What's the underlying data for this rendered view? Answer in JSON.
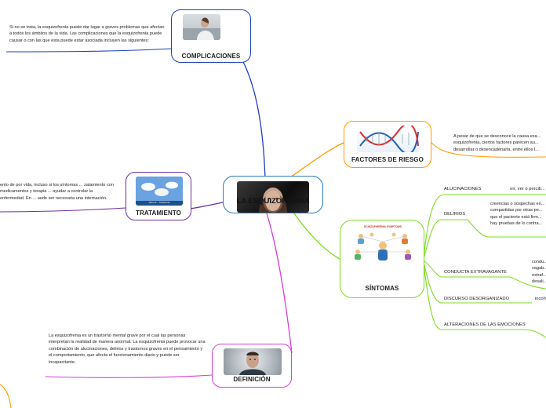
{
  "central": {
    "title": "LA ESQUIZOFRENIA"
  },
  "topics": {
    "complicaciones": {
      "label": "COMPLICACIONES",
      "note": "Si no se trata, la esquizofrenia puede dar lugar a graves problemas que afectan a todos los ámbitos de la vida. Las complicaciones que la esquizofrenia puede causar o con las que esta puede estar asociada incluyen las siguientes:"
    },
    "factores": {
      "label": "FACTORES DE RIESGO",
      "note": "A pesar de que se desconoce la causa exa... esquizofrenia, ciertos factores parecen au... desarrollar o desencadenarla, entre ellos l..."
    },
    "tratamiento": {
      "label": "TRATAMIENTO",
      "note": "ento de por vida, incluso si los síntomas ... zatamiento con medicamentos y terapia ... ayudar a controlar la enfermedad. En ... uede ser necesaria una internación.",
      "image_caption": "Tipos de ... Tratamiento"
    },
    "sintomas": {
      "label": "SÍNTOMAS",
      "image_caption": "SCHIZOPHRENIA SYMPTOMS",
      "items": [
        {
          "label": "ALUCINACIONES",
          "detail": "oír, ver o percib..."
        },
        {
          "label": "DELIRIOS",
          "detail": "creencias o sospechas en... compartidas por otras pe... que el paciente está firm... hay pruebas de lo contra..."
        },
        {
          "label": "CONDUCTA EXTRAVAGANTE",
          "detail": "condu... vagab... extraf... desali..."
        },
        {
          "label": "DISCURSO DESORGANIZADO",
          "detail": "incoh..."
        },
        {
          "label": "ALTERACIONES DE LAS EMOCIONES",
          "detail": ""
        }
      ]
    },
    "definicion": {
      "label": "DEFINICIÓN",
      "note": "La esquizofrenia es un trastorno mental grave por el cual las personas interpretan la realidad de manera anormal. La esquizofrenia puede provocar una combinación de alucinaciones, delirios y trastornos graves en el pensamiento y el comportamiento, que afecta el funcionamiento diario y puede ser incapacitante."
    }
  },
  "colors": {
    "central_border": "#2e7fc0",
    "complicaciones": "#1f3fbf",
    "factores": "#ff9900",
    "tratamiento": "#6b2fa0",
    "sintomas": "#7ddc1f",
    "definicion": "#d63fd6"
  }
}
